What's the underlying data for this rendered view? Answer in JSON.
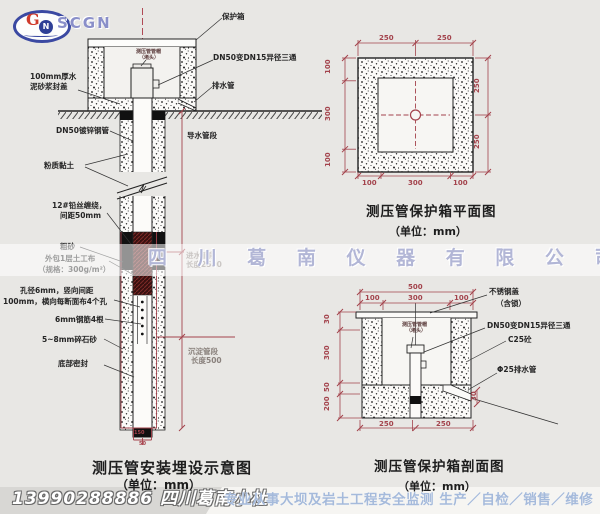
{
  "brand": {
    "logo_g": "G",
    "logo_n": "N",
    "logo_text": "SCGN"
  },
  "watermark": "四 川 葛 南 仪 器 有 限 公 司",
  "install": {
    "title": "测压管安装埋设示意图",
    "unit": "（单位：mm）",
    "labels": {
      "cover1": "100mm厚水",
      "cover2": "泥砂浆封盖",
      "box": "保护箱",
      "tee": "DN50变DN15异径三通",
      "drain": "排水管",
      "cap1": "测压管管帽",
      "cap2": "（堵头）",
      "pipe": "DN50镀锌钢管",
      "conduct": "导水管段",
      "clay": "粉质黏土",
      "wire1": "12#铅丝缠绕，",
      "wire2": "间距50mm",
      "sand": "粗砂",
      "geo1": "外包1层土工布",
      "geo2": "（规格：300g/m²）",
      "holes1": "孔径6mm，竖向间距",
      "holes2": "100mm，横向每断面布4个孔",
      "rebar": "6mm钢筋4根",
      "gravel": "5~8mm碎石砂",
      "seal": "底部密封",
      "intake1": "进水管段",
      "intake2": "长度2500",
      "sediment1": "沉淀管段",
      "sediment2": "长度500",
      "dim_bore": "150",
      "dim_pipe": "50"
    }
  },
  "plan": {
    "title": "测压管保护箱平面图",
    "unit": "（单位：mm）",
    "dims": {
      "top": [
        "250",
        "250"
      ],
      "left": [
        "100",
        "300",
        "100"
      ],
      "right": [
        "250",
        "250"
      ],
      "bottom": [
        "100",
        "300",
        "100"
      ]
    }
  },
  "section": {
    "title": "测压管保护箱剖面图",
    "unit": "（单位：mm）",
    "dims": {
      "total": "500",
      "top": [
        "100",
        "300",
        "100"
      ],
      "left": [
        "30",
        "300",
        "50",
        "200"
      ],
      "bottom": [
        "250",
        "250"
      ],
      "drain": "30"
    },
    "labels": {
      "lid1": "不锈钢盖",
      "lid2": "（含锁）",
      "tee": "DN50变DN15异径三通",
      "concrete": "C25砼",
      "drain": "Φ25排水管",
      "cap1": "测压管管帽",
      "cap2": "（堵头）"
    }
  },
  "footer": {
    "left": "13990288886  四川葛南小杜",
    "right": "专业从事大坝及岩土工程安全监测 生产／自检／销售／维修"
  }
}
